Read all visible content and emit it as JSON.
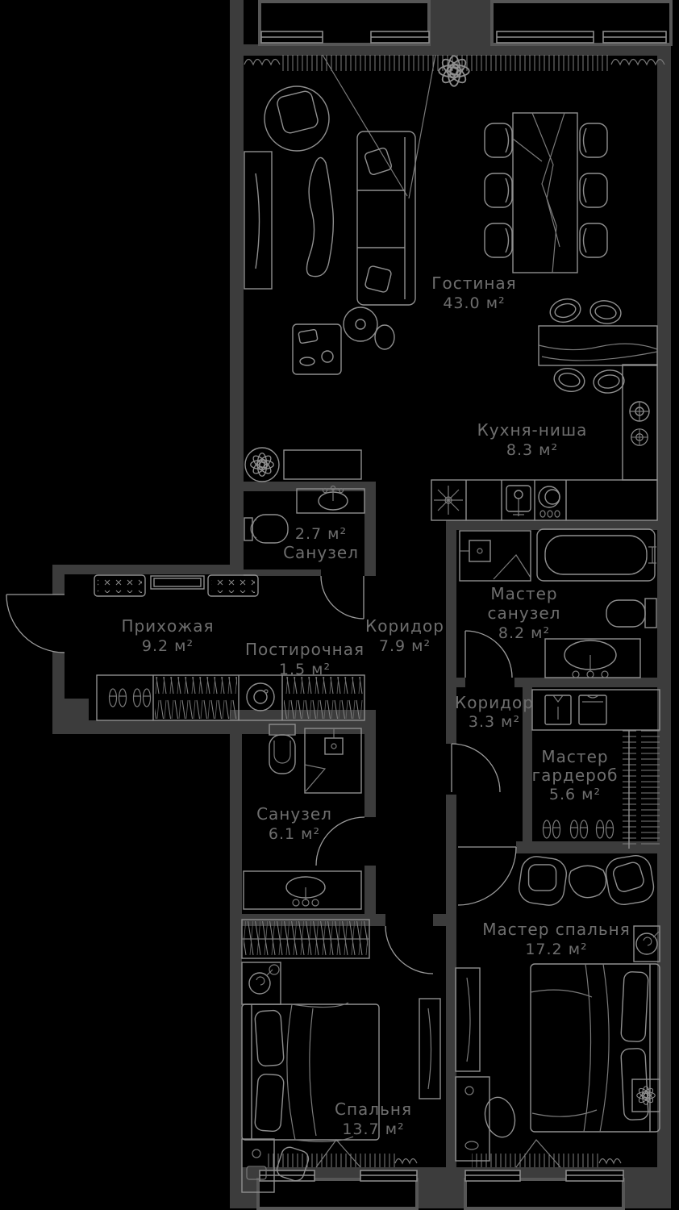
{
  "plan": {
    "type": "apartment-floor-plan",
    "language": "ru",
    "unit": "м²",
    "colors": {
      "background": "#000000",
      "wall": "#3c3c3c",
      "furniture_line": "#8f8f8f",
      "text": "#6e6e6e"
    },
    "rooms": [
      {
        "id": "living",
        "name_lines": [
          "Гостиная"
        ],
        "area": "43.0 м²"
      },
      {
        "id": "kitchen-niche",
        "name_lines": [
          "Кухня-ниша"
        ],
        "area": "8.3 м²"
      },
      {
        "id": "bathroom-small",
        "name_lines": [
          "Санузел"
        ],
        "area": "2.7 м²"
      },
      {
        "id": "hallway",
        "name_lines": [
          "Прихожая"
        ],
        "area": "9.2 м²"
      },
      {
        "id": "laundry",
        "name_lines": [
          "Постирочная"
        ],
        "area": "1.5 м²"
      },
      {
        "id": "corridor-main",
        "name_lines": [
          "Коридор"
        ],
        "area": "7.9 м²"
      },
      {
        "id": "master-bathroom",
        "name_lines": [
          "Мастер",
          "санузел"
        ],
        "area": "8.2 м²"
      },
      {
        "id": "corridor-small",
        "name_lines": [
          "Коридор"
        ],
        "area": "3.3 м²"
      },
      {
        "id": "master-wardrobe",
        "name_lines": [
          "Мастер",
          "гардероб"
        ],
        "area": "5.6 м²"
      },
      {
        "id": "bathroom",
        "name_lines": [
          "Санузел"
        ],
        "area": "6.1 м²"
      },
      {
        "id": "master-bedroom",
        "name_lines": [
          "Мастер спальня"
        ],
        "area": "17.2 м²"
      },
      {
        "id": "bedroom",
        "name_lines": [
          "Спальня"
        ],
        "area": "13.7 м²"
      }
    ]
  }
}
